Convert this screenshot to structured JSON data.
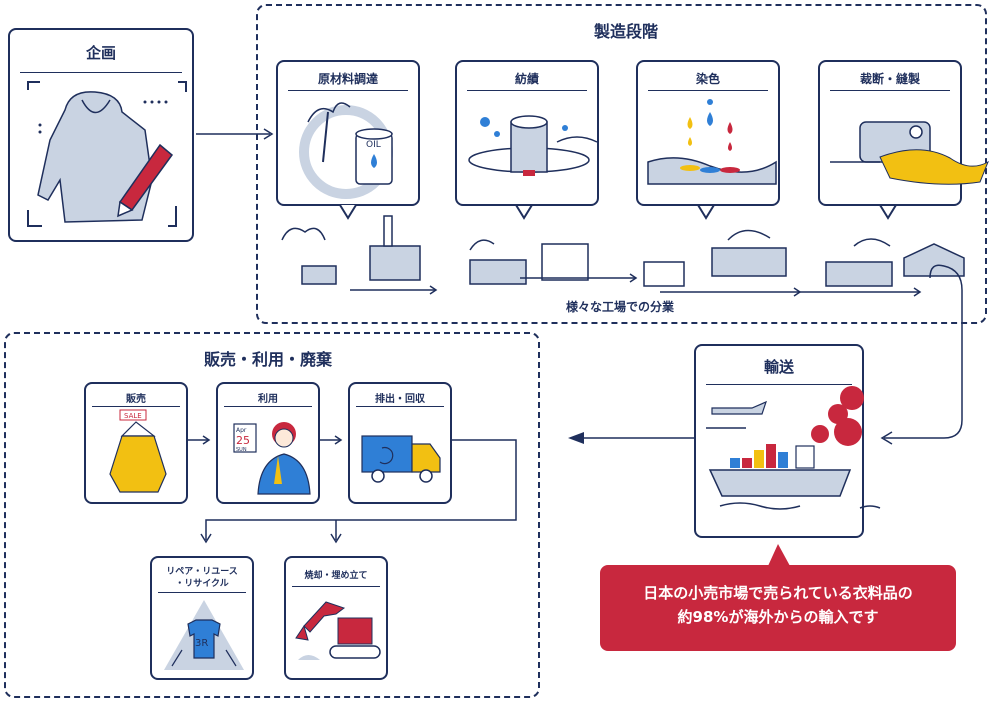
{
  "planning": {
    "title": "企画"
  },
  "manufacturing": {
    "title": "製造段階",
    "steps": [
      {
        "label": "原材料調達"
      },
      {
        "label": "紡績"
      },
      {
        "label": "染色"
      },
      {
        "label": "裁断・縫製"
      }
    ],
    "caption": "様々な工場での分業",
    "oil_label": "OIL"
  },
  "transport": {
    "title": "輸送"
  },
  "callout": {
    "line1": "日本の小売市場で売られている衣料品の",
    "line2": "約98%が海外からの輸入です"
  },
  "sales": {
    "title": "販売・利用・廃棄",
    "steps": [
      {
        "label": "販売"
      },
      {
        "label": "利用"
      },
      {
        "label": "排出・回収"
      }
    ],
    "sale_tag": "SALE",
    "calendar": {
      "month": "Apr",
      "day": "25",
      "weekday": "SUN"
    },
    "endings": [
      {
        "label_line1": "リペア・リユース",
        "label_line2": "・リサイクル",
        "badge": "3R"
      },
      {
        "label_line1": "焼却・埋め立て"
      }
    ]
  },
  "colors": {
    "navy": "#1f2f5c",
    "red": "#c8283e",
    "yellow": "#f2c012",
    "blue": "#2f7fd6",
    "grey": "#c9d3e2"
  }
}
